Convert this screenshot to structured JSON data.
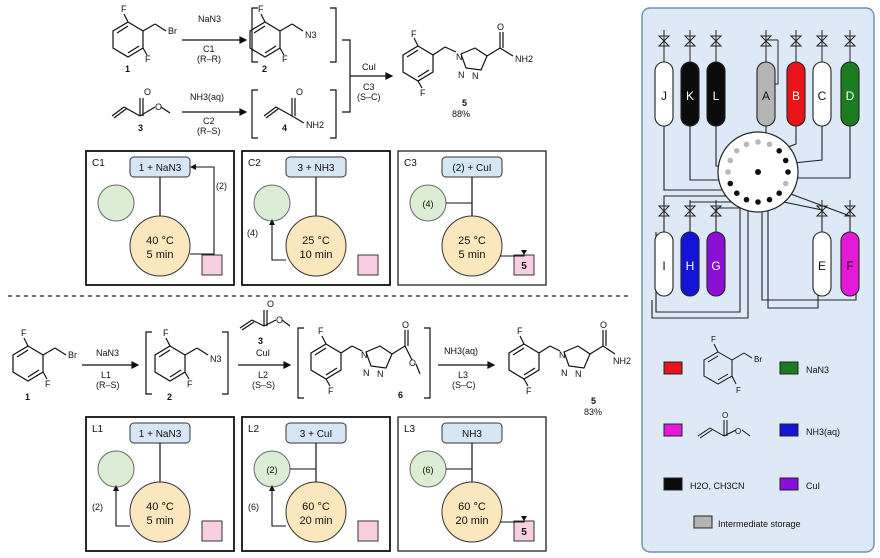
{
  "top": {
    "reagent_c1": "NaN3",
    "cond_c1": "C1",
    "cond_c1_mode": "(R–R)",
    "reagent_c2": "NH3(aq)",
    "cond_c2": "C2",
    "cond_c2_mode": "(R–S)",
    "reagent_c3": "CuI",
    "cond_c3": "C3",
    "cond_c3_mode": "(S–C)",
    "cmpd1": "1",
    "cmpd2": "2",
    "cmpd3": "3",
    "cmpd4": "4",
    "cmpd5": "5",
    "yield": "88%",
    "atoms": {
      "F": "F",
      "Br": "Br",
      "N3": "N3",
      "N": "N",
      "O": "O",
      "NH2": "NH2"
    },
    "panels": [
      {
        "id": "C1",
        "label": "1 + NaN3",
        "temp": "40 °C",
        "time": "5 min",
        "note": "(2)"
      },
      {
        "id": "C2",
        "label": "3 + NH3",
        "temp": "25 °C",
        "time": "10 min",
        "note": "(4)"
      },
      {
        "id": "C3",
        "label": "(2) + CuI",
        "temp": "25 °C",
        "time": "5 min",
        "note": "(4)",
        "product": "5"
      }
    ]
  },
  "bottom": {
    "reagent_l1": "NaN3",
    "cond_l1": "L1",
    "cond_l1_mode": "(R–S)",
    "reagent_l2_top": "3",
    "reagent_l2": "CuI",
    "cond_l2": "L2",
    "cond_l2_mode": "(S–S)",
    "reagent_l3": "NH3(aq)",
    "cond_l3": "L3",
    "cond_l3_mode": "(S–C)",
    "cmpd1": "1",
    "cmpd2": "2",
    "cmpd6": "6",
    "cmpd5": "5",
    "yield": "83%",
    "panels": [
      {
        "id": "L1",
        "label": "1 + NaN3",
        "temp": "40 °C",
        "time": "5 min",
        "note": "(2)"
      },
      {
        "id": "L2",
        "label": "3 + CuI",
        "temp": "60 °C",
        "time": "20 min",
        "note": "(6)",
        "inner": "(2)"
      },
      {
        "id": "L3",
        "label": "NH3",
        "temp": "60 °C",
        "time": "20 min",
        "note": "(6)",
        "product": "5"
      }
    ]
  },
  "reservoirs": {
    "letters": [
      "J",
      "K",
      "L",
      "A",
      "B",
      "C",
      "D",
      "I",
      "H",
      "G",
      "E",
      "F"
    ],
    "colors": {
      "red": "#e8141a",
      "green": "#1b7c1f",
      "magenta": "#e51ad8",
      "blue": "#1414d6",
      "black": "#0b0b0b",
      "purple": "#8a10d8",
      "grey": "#b4b4b4",
      "white": "#ffffff",
      "panel_bg": "#dde9f6",
      "panel_border": "#6c8fb6",
      "flask": "#fbe7bd",
      "green_circle": "#dcedd5",
      "label_box": "#d6e6f5",
      "pink_box": "#f7cfe0"
    }
  },
  "legend": {
    "nan3": "NaN3",
    "nh3": "NH3(aq)",
    "solvent": "H2O, CH3CN",
    "cui": "CuI",
    "storage": "Intermediate storage"
  }
}
